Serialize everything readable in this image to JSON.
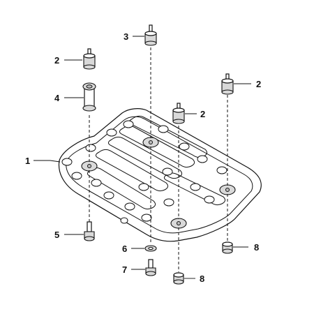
{
  "callouts": {
    "c1": "1",
    "c2a": "2",
    "c2b": "2",
    "c2c": "2",
    "c3": "3",
    "c4": "4",
    "c5": "5",
    "c6": "6",
    "c7": "7",
    "c8a": "8",
    "c8b": "8"
  }
}
